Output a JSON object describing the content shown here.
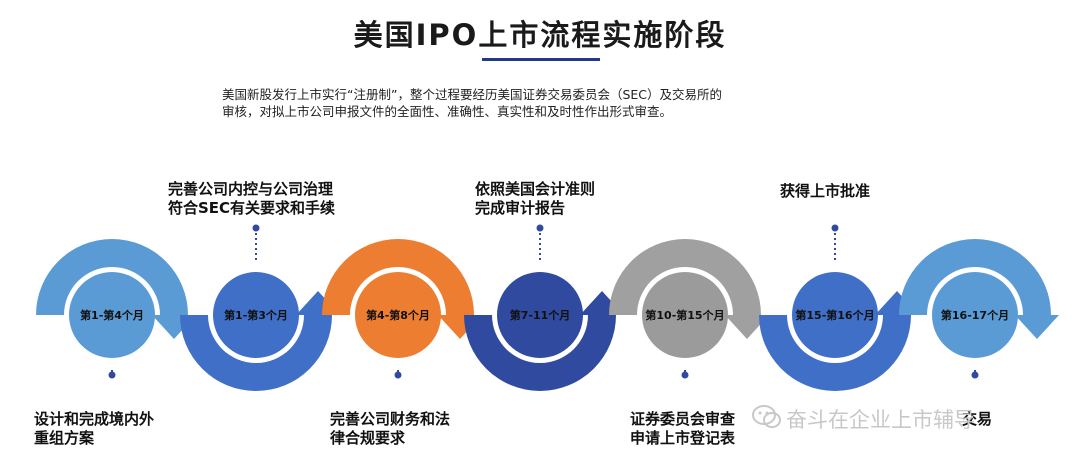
{
  "title": "美国IPO上市流程实施阶段",
  "intro": [
    "美国新股发行上市实行“注册制”，整个过程要经历美国证券交易委员会（SEC）及交易所的",
    "审核，对拟上市公司申报文件的全面性、准确性、真实性和及时性作出形式审查。"
  ],
  "stages": [
    {
      "period": "第1-第4个月",
      "color": "#5b9bd5",
      "ring": "#5b9bd5",
      "label": [
        "设计和完成境内外",
        "重组方案"
      ]
    },
    {
      "period": "第1-第3个月",
      "color": "#3f6fc6",
      "ring": "#3f6fc6",
      "label": [
        "完善公司内控与公司治理",
        "符合SEC有关要求和手续"
      ]
    },
    {
      "period": "第4-第8个月",
      "color": "#ed7d31",
      "ring": "#ed7d31",
      "label": [
        "完善公司财务和法",
        "律合规要求"
      ]
    },
    {
      "period": "第7-11个月",
      "color": "#2f4a9e",
      "ring": "#2f4a9e",
      "label": [
        "依照美国会计准则",
        "完成审计报告"
      ]
    },
    {
      "period": "第10-第15个月",
      "color": "#9b9b9b",
      "ring": "#a0a0a0",
      "label": [
        "证券委员会审查",
        "申请上市登记表"
      ]
    },
    {
      "period": "第15-第16个月",
      "color": "#3f6fc6",
      "ring": "#3f6fc6",
      "label": [
        "获得上市批准"
      ]
    },
    {
      "period": "第16-17个月",
      "color": "#5b9bd5",
      "ring": "#5b9bd5",
      "label": [
        "交易"
      ]
    }
  ],
  "watermark": "奋斗在企业上市辅导"
}
